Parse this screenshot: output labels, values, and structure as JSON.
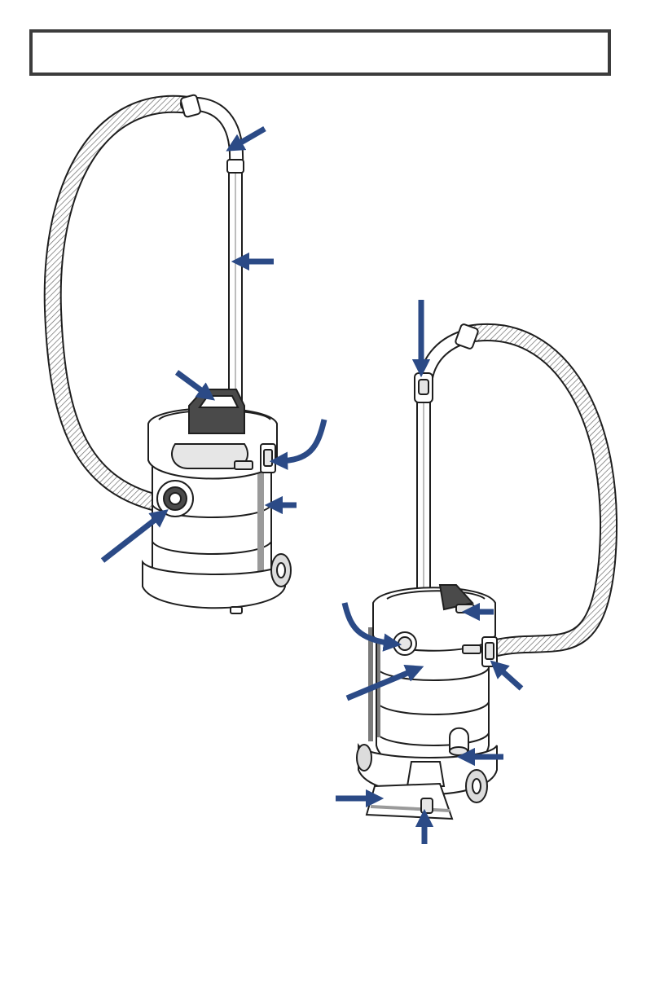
{
  "header": {
    "title": ""
  },
  "colors": {
    "arrow": "#2b4a86",
    "outline": "#1e1e1e",
    "body_fill": "#ffffff",
    "shade": "#e6e6e6",
    "dark_part": "#4a4a4a",
    "frame": "#3c3c3c"
  },
  "figures": [
    {
      "id": "vacuum-front-view",
      "callout_count": 6
    },
    {
      "id": "vacuum-rear-view",
      "callout_count": 8
    }
  ]
}
